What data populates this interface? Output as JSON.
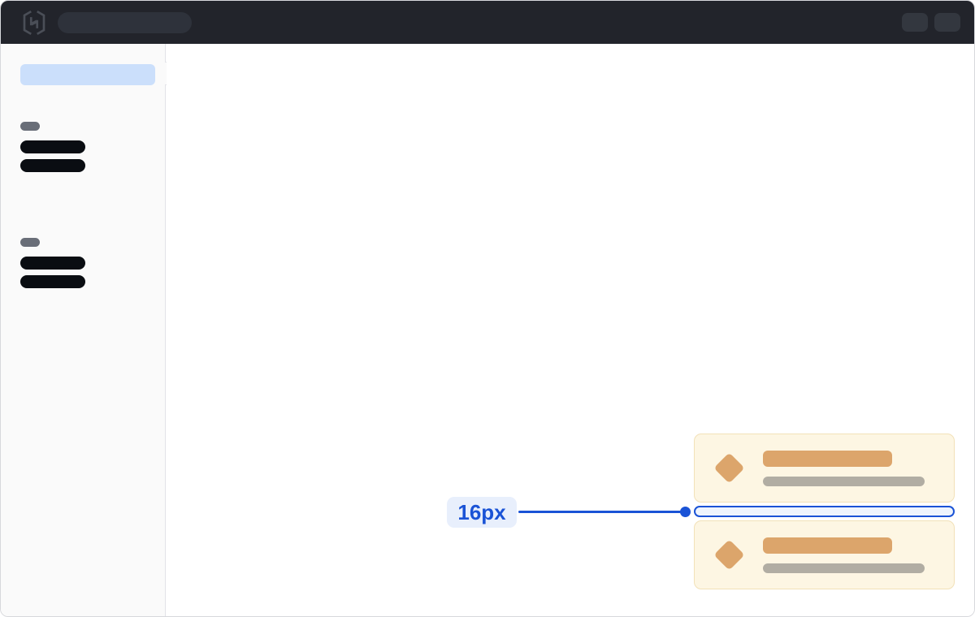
{
  "colors": {
    "accent-blue": "#1a53d6",
    "annotation-bg": "#e8effc",
    "gap-fill": "#eef4fd",
    "topnav-bg": "#22242b",
    "topnav-pill": "#2e323b",
    "topnav-action": "#33373f",
    "logo": "#4a4e57",
    "sidebar-bg": "#fafafa",
    "sidebar-border": "#e2e3e8",
    "selected-blue": "#cbdffb",
    "skeleton-dark": "#0a0d12",
    "skeleton-gray": "#696e78",
    "card-bg": "#fdf6e3",
    "card-border": "#f2e1b8",
    "card-accent": "#dca56b",
    "card-gray": "#b1ada3",
    "window-border": "#d7d8dc"
  },
  "topnav": {
    "logo_icon": "hashicorp-logo-icon",
    "search_pill": "skeleton-search-placeholder",
    "action_pills": [
      "skeleton-action",
      "skeleton-action"
    ]
  },
  "sidebar": {
    "selected_item": "skeleton-selected-nav-item",
    "collapse_handle": "sidebar-collapse-handle",
    "groups": [
      {
        "header": "skeleton-section-label",
        "item_count": 2
      },
      {
        "header": "skeleton-section-label",
        "item_count": 2
      }
    ]
  },
  "main": {
    "cards": [
      {
        "icon": "diamond-icon",
        "title": "skeleton-title-bar",
        "subtitle": "skeleton-subtitle-bar"
      },
      {
        "icon": "diamond-icon",
        "title": "skeleton-title-bar",
        "subtitle": "skeleton-subtitle-bar"
      }
    ],
    "spacing_annotation": {
      "label": "16px"
    }
  }
}
